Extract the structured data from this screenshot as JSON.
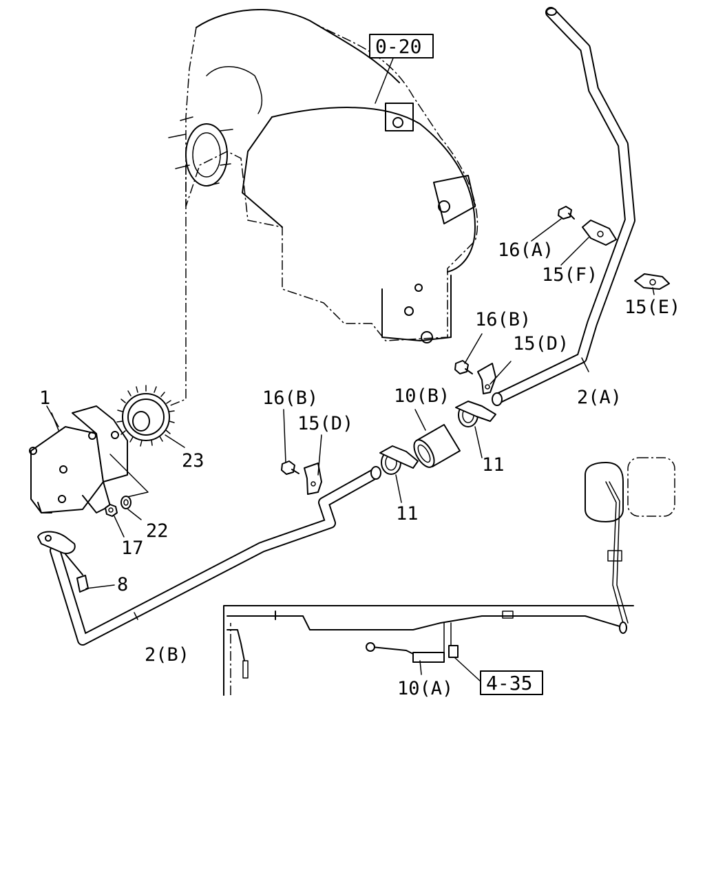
{
  "reference_boxes": {
    "engine_ref": "0-20",
    "tank_ref": "4-35"
  },
  "callouts": {
    "pump": "1",
    "pipe_a": "2(A)",
    "pipe_b": "2(B)",
    "fitting_8": "8",
    "hose_10a": "10(A)",
    "hose_10b": "10(B)",
    "clamp_11_upper": "11",
    "clamp_11_lower": "11",
    "clip_15d_upper": "15(D)",
    "clip_15d_lower": "15(D)",
    "clip_15e": "15(E)",
    "clip_15f": "15(F)",
    "bolt_16a": "16(A)",
    "bolt_16b_upper": "16(B)",
    "bolt_16b_lower": "16(B)",
    "nut_17": "17",
    "washer_22": "22",
    "gear_23": "23"
  }
}
